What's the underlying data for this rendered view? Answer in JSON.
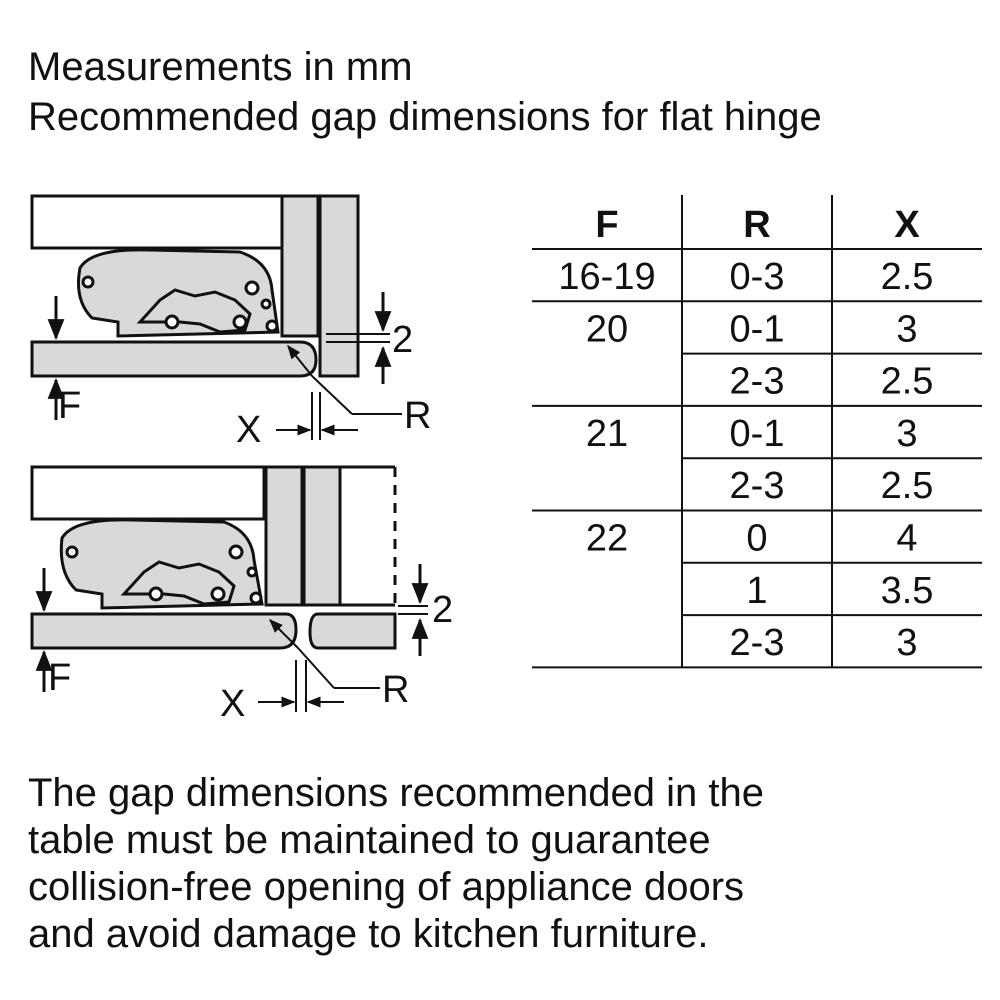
{
  "header": {
    "line1": "Measurements in mm",
    "line2": "Recommended gap dimensions for flat hinge"
  },
  "diagram_top": {
    "label_F": "F",
    "label_X": "X",
    "label_R": "R",
    "label_gap": "2"
  },
  "diagram_bottom": {
    "label_F": "F",
    "label_X": "X",
    "label_R": "R",
    "label_gap": "2"
  },
  "table": {
    "headers": [
      "F",
      "R",
      "X"
    ],
    "rows": [
      [
        "16-19",
        "0-3",
        "2.5"
      ],
      [
        "20",
        "0-1",
        "3"
      ],
      [
        "",
        "2-3",
        "2.5"
      ],
      [
        "21",
        "0-1",
        "3"
      ],
      [
        "",
        "2-3",
        "2.5"
      ],
      [
        "22",
        "0",
        "4"
      ],
      [
        "",
        "1",
        "3.5"
      ],
      [
        "",
        "2-3",
        "3"
      ]
    ]
  },
  "footer": {
    "lines": [
      "The gap dimensions recommended in the",
      "table must be maintained to guarantee",
      "collision-free opening of appliance doors",
      "and avoid damage to kitchen furniture."
    ]
  }
}
